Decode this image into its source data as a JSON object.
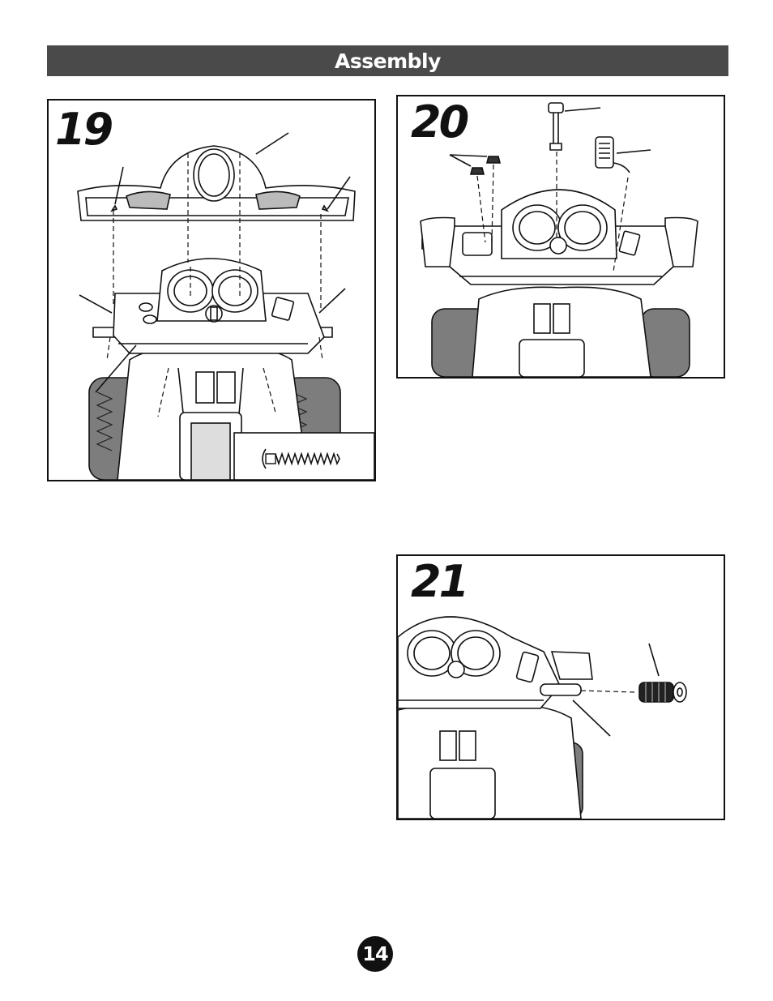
{
  "header": {
    "title": "Assembly"
  },
  "steps": [
    {
      "number": "19"
    },
    {
      "number": "20"
    },
    {
      "number": "21"
    }
  ],
  "footer": {
    "page_number": "14"
  },
  "colors": {
    "banner": "#4a4a4a",
    "tire": "#7d7d7d",
    "line": "#111111"
  },
  "icons": [
    "screw-icon",
    "key-icon",
    "horn-button-icon",
    "handlebar-grip-icon"
  ]
}
